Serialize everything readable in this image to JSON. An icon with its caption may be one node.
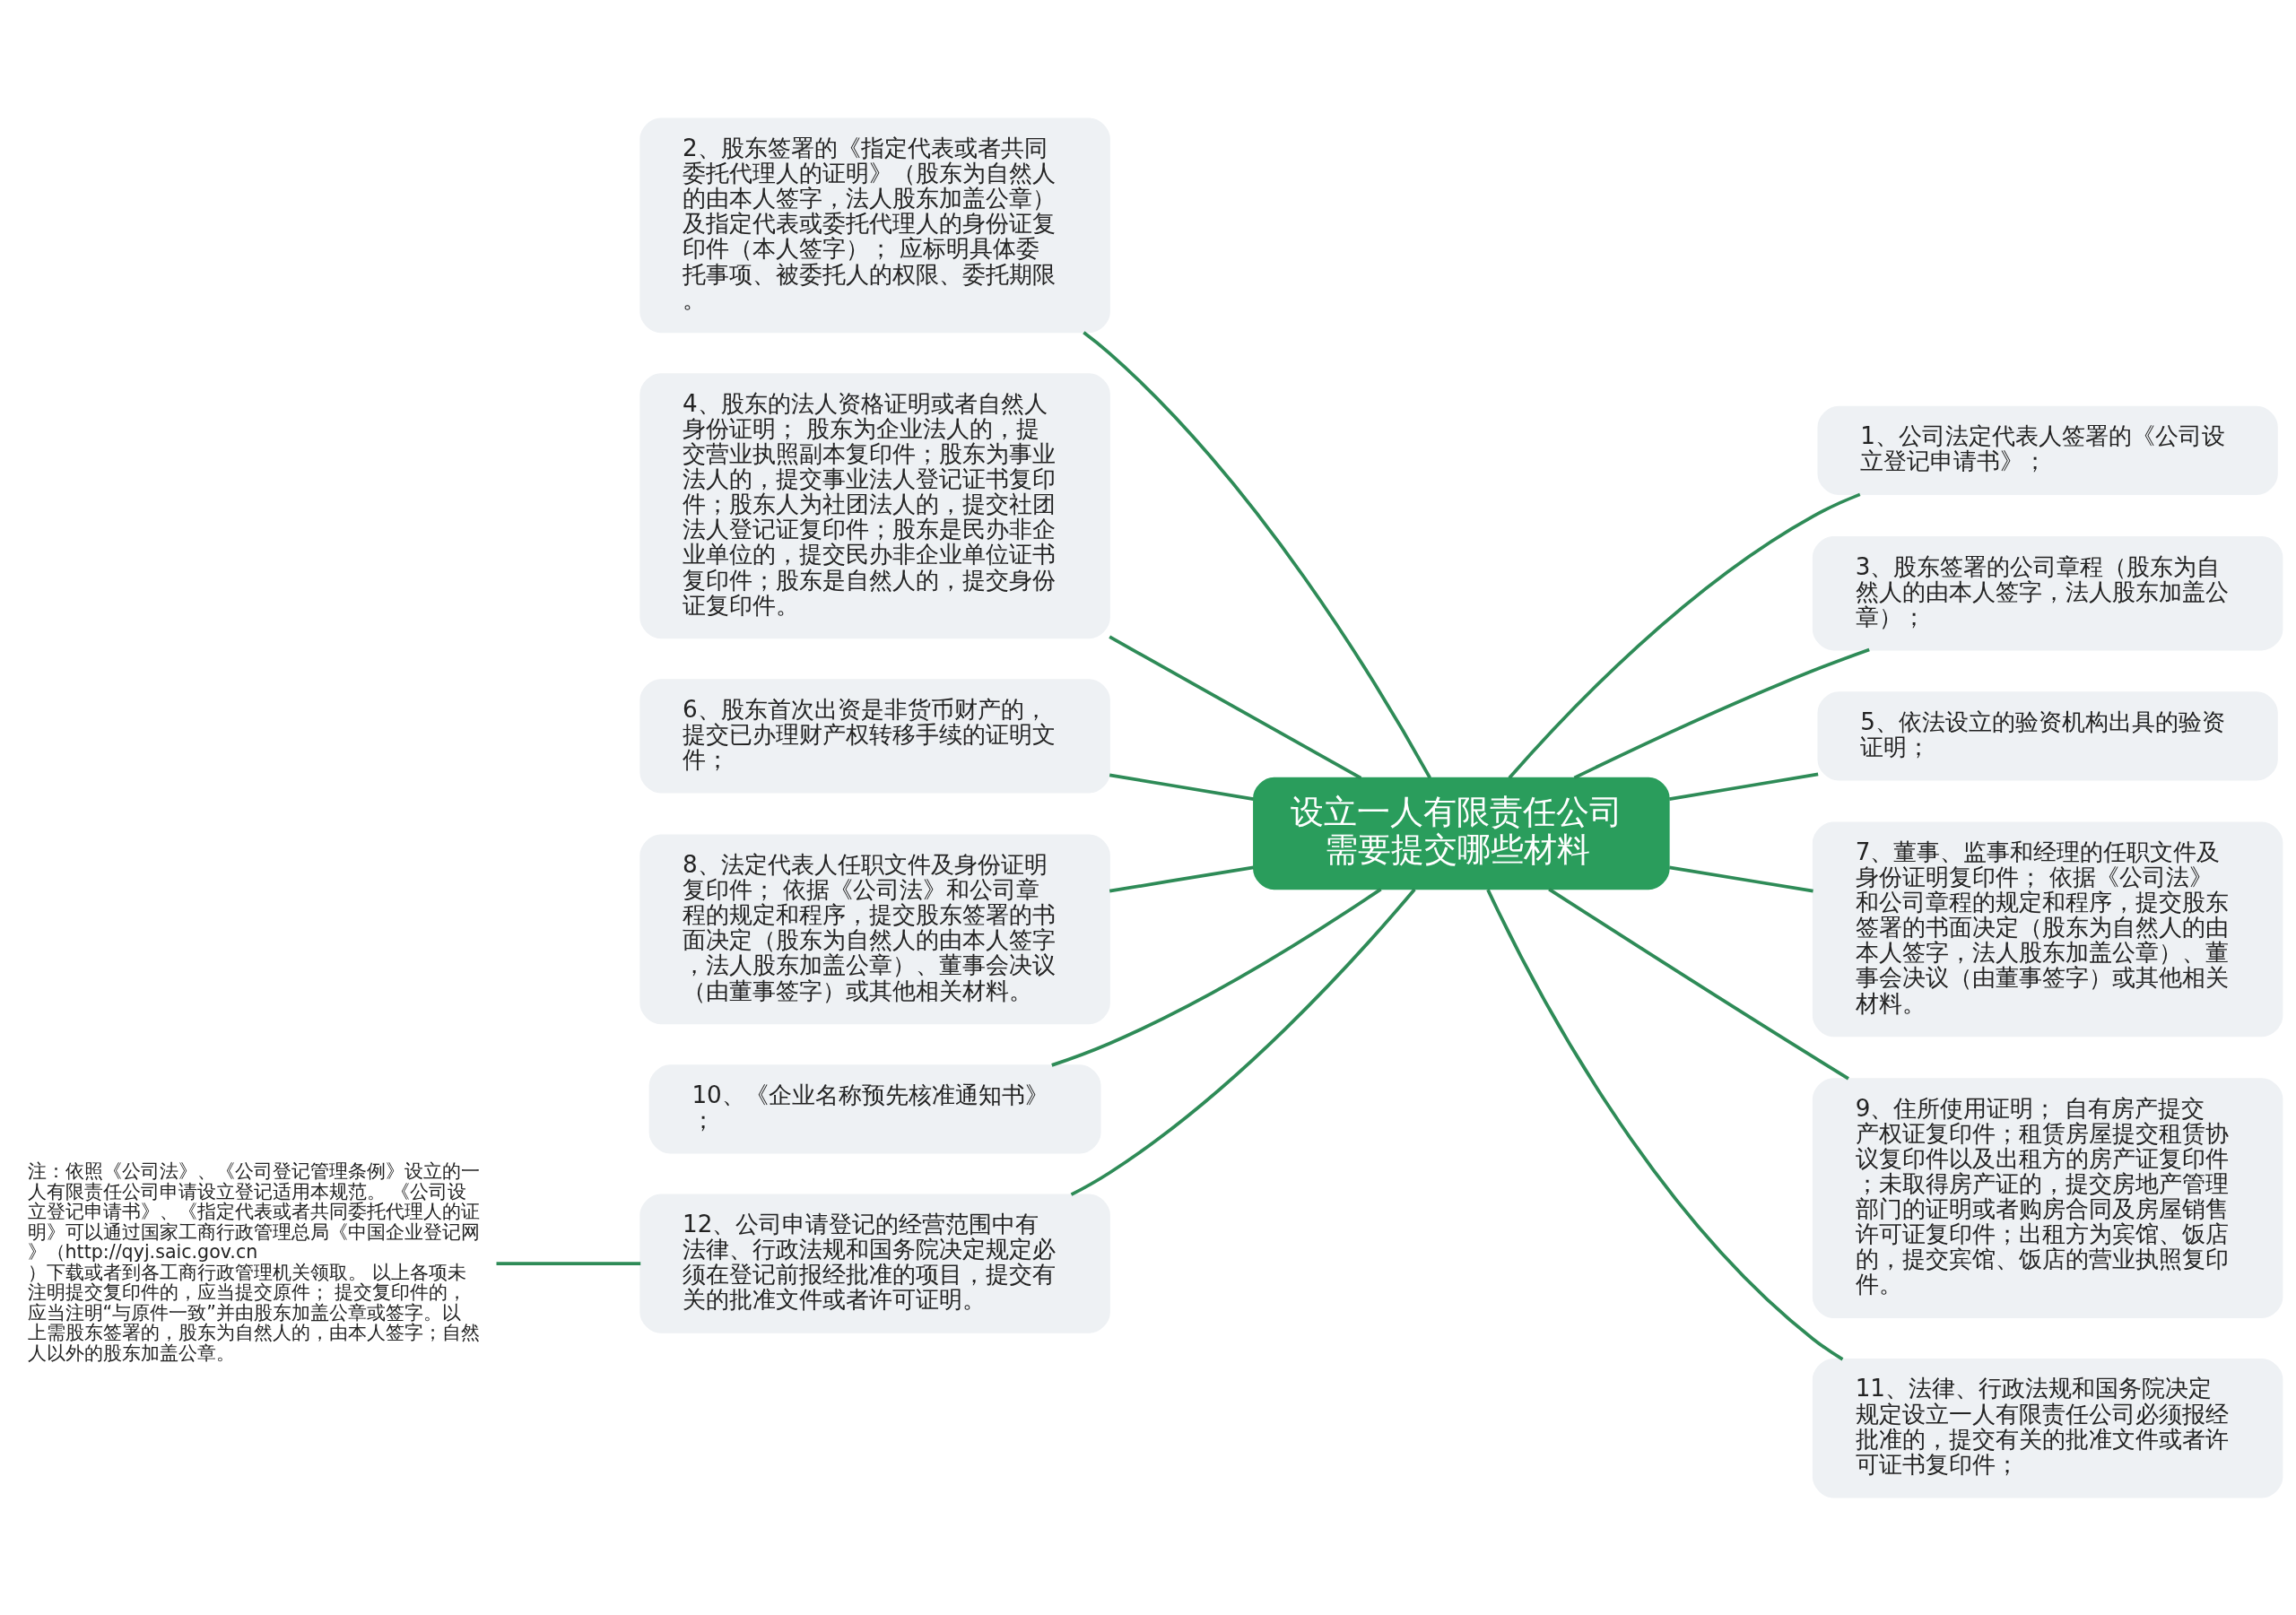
{
  "diagram": {
    "nodes": [
      {
        "text": [
          "设立一人有限责任公司需要提交哪些材料"
        ]
      },
      {
        "text": [
          "2、股东签署的《指定代表或者共同委托代理人的证明》（股东为自然人的由本人签字，法人股东加盖公章）及指定代表或委托代理人的身份证复印件（本人签字）； 应标明具体委托事项、被委托人的权限、委托期限。"
        ]
      },
      {
        "text": [
          "4、股东的法人资格证明或者自然人身份证明； 股东为企业法人的，提交营业执照副本复印件；股东为事业法人的，提交事业法人登记证书复印件；股东人为社团法人的，提交社团法人登记证复印件；股东是民办非企业单位的，提交民办非企业单位证书复印件；股东是自然人的，提交身份证复印件。"
        ]
      },
      {
        "text": [
          "6、股东首次出资是非货币财产的，提交已办理财产权转移手续的证明文件；"
        ]
      },
      {
        "text": [
          "8、法定代表人任职文件及身份证明复印件； 依据《公司法》和公司章程的规定和程序，提交股东签署的书面决定（股东为自然人的由本人签字，法人股东加盖公章）、董事会决议（由董事签字）或其他相关材料。"
        ]
      },
      {
        "text": [
          "10、《企业名称预先核准通知书》；"
        ]
      },
      {
        "text": [
          "12、公司申请登记的经营范围中有法律、行政法规和国务院决定规定必须在登记前报经批准的项目，提交有关的批准文件或者许可证明。"
        ]
      },
      {
        "text": [
          "注：依照《公司法》、《公司登记管理条例》设立的一人有限责任公司申请设立登记适用本规范。 《公司设立登记申请书》、《指定代表或者共同委托代理人的证明》可以通过国家工商行政管理总局《中国企业登记网》（http://qyj.saic.gov.cn）下载或者到各工商行政管理机关领取。 以上各项未注明提交复印件的，应当提交原件； 提交复印件的，应当注明“与原件一致”并由股东加盖公章或签字。以上需股东签署的，股东为自然人的，由本人签字；自然人以外的股东加盖公章。"
        ]
      },
      {
        "text": [
          "1、公司法定代表人签署的《公司设立登记申请书》；"
        ]
      },
      {
        "text": [
          "3、股东签署的公司章程（股东为自然人的由本人签字，法人股东加盖公章）；"
        ]
      },
      {
        "text": [
          "5、依法设立的验资机构出具的验资证明；"
        ]
      },
      {
        "text": [
          "7、董事、监事和经理的任职文件及身份证明复印件； 依据《公司法》和公司章程的规定和程序，提交股东签署的书面决定（股东为自然人的由本人签字，法人股东加盖公章）、董事会决议（由董事签字）或其他相关材料。"
        ]
      },
      {
        "text": [
          "9、住所使用证明； 自有房产提交产权证复印件；租赁房屋提交租赁协议复印件以及出租方的房产证复印件；未取得房产证的，提交房地产管理部门的证明或者购房合同及房屋销售许可证复印件；出租方为宾馆、饭店的，提交宾馆、饭店的营业执照复印件。"
        ]
      },
      {
        "text": [
          "11、法律、行政法规和国务院决定规定设立一人有限责任公司必须报经批准的，提交有关的批准文件或者许可证书复印件；"
        ]
      }
    ],
    "edges": [
      {
        "from": 0,
        "to": 1,
        "arrow": "none"
      },
      {
        "from": 0,
        "to": 2,
        "arrow": "none"
      },
      {
        "from": 0,
        "to": 3,
        "arrow": "none"
      },
      {
        "from": 0,
        "to": 4,
        "arrow": "none"
      },
      {
        "from": 0,
        "to": 5,
        "arrow": "none"
      },
      {
        "from": 0,
        "to": 6,
        "arrow": "none"
      },
      {
        "from": 6,
        "to": 7,
        "arrow": "none"
      },
      {
        "from": 0,
        "to": 8,
        "arrow": "none"
      },
      {
        "from": 0,
        "to": 9,
        "arrow": "none"
      },
      {
        "from": 0,
        "to": 10,
        "arrow": "none"
      },
      {
        "from": 0,
        "to": 11,
        "arrow": "none"
      },
      {
        "from": 0,
        "to": 12,
        "arrow": "none"
      },
      {
        "from": 0,
        "to": 13,
        "arrow": "none"
      }
    ]
  }
}
